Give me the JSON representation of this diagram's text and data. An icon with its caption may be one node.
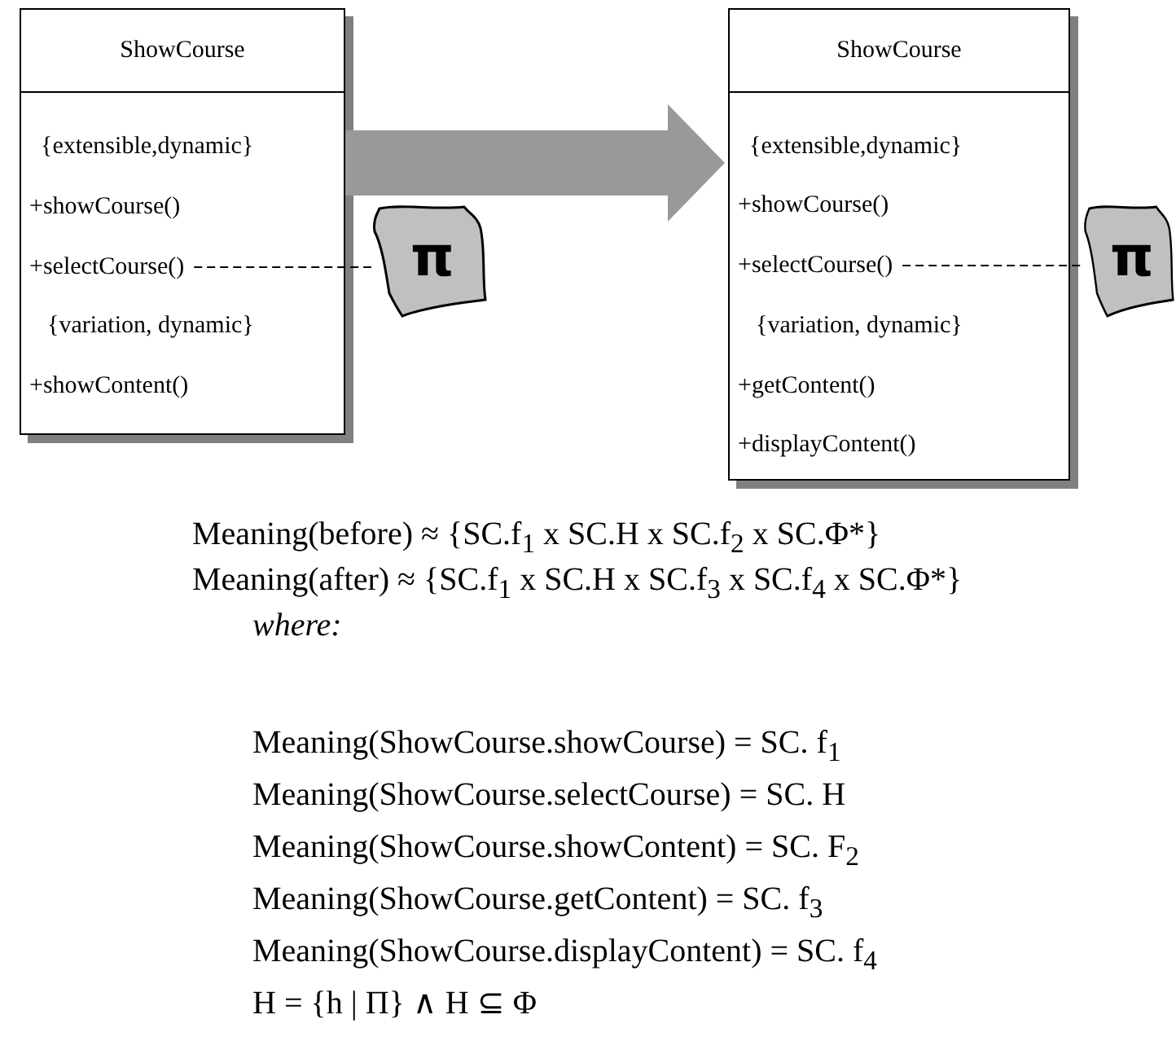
{
  "diagram": {
    "nodes": [
      {
        "text": [
          "ShowCourse"
        ]
      },
      {
        "text": [
          "{extensible,dynamic}"
        ],
        "in": 0
      },
      {
        "text": [
          "+showCourse()"
        ],
        "in": 0
      },
      {
        "text": [
          "+selectCourse()"
        ],
        "in": 0
      },
      {
        "text": [
          "{variation, dynamic}"
        ],
        "in": 0
      },
      {
        "text": [
          "+showContent()"
        ],
        "in": 0
      },
      {
        "text": [
          "π"
        ]
      },
      {
        "text": [
          "ShowCourse"
        ]
      },
      {
        "text": [
          "{extensible,dynamic}"
        ],
        "in": 7
      },
      {
        "text": [
          "+showCourse()"
        ],
        "in": 7
      },
      {
        "text": [
          "+selectCourse()"
        ],
        "in": 7
      },
      {
        "text": [
          "{variation, dynamic}"
        ],
        "in": 7
      },
      {
        "text": [
          "+getContent()"
        ],
        "in": 7
      },
      {
        "text": [
          "+displayContent()"
        ],
        "in": 7
      },
      {
        "text": [
          "π"
        ]
      }
    ],
    "edges": [
      {
        "from": 3,
        "to": 6,
        "arrow": "none",
        "style": "dashed"
      },
      {
        "from": 0,
        "to": 7,
        "arrow": "to",
        "style": "thick",
        "color": "#999999"
      },
      {
        "from": 10,
        "to": 14,
        "arrow": "none",
        "style": "dashed"
      }
    ],
    "labels": [
      "Meaning(before) ≈ {SC.f$_{1}$ x SC.H x SC.f$_{2}$ x SC.Φ*}",
      "Meaning(after) ≈ {SC.f$_{1}$ x SC.H x SC.f$_{3}$ x SC.f$_{4}$ x SC.Φ*}",
      "where:",
      "Meaning(ShowCourse.showCourse) = SC. f$_{1}$",
      "Meaning(ShowCourse.selectCourse) = SC. H",
      "Meaning(ShowCourse.showContent) = SC. F$_{2}$",
      "Meaning(ShowCourse.getContent) = SC. f$_{3}$",
      "Meaning(ShowCourse.displayContent) = SC. f$_{4}$",
      "H = {h | Π} ∧ H ⊆ Φ"
    ]
  }
}
